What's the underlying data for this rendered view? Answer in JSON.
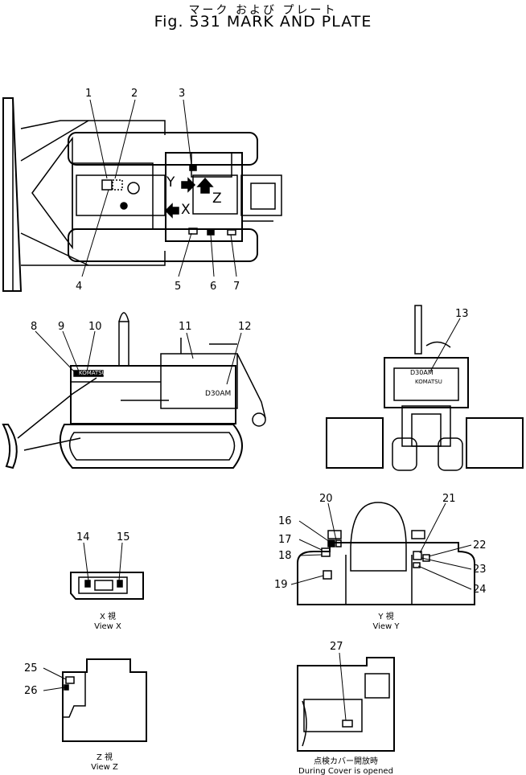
{
  "header": {
    "title_jp": "マーク および プレート",
    "title_en": "Fig. 531  MARK AND PLATE"
  },
  "top_view": {
    "markers": {
      "y": "Y",
      "x": "X",
      "z": "Z"
    },
    "callouts": [
      "1",
      "2",
      "3",
      "4",
      "5",
      "6",
      "7"
    ]
  },
  "side_view": {
    "callouts": [
      "8",
      "9",
      "10",
      "11",
      "12"
    ],
    "decal_brand": "KOMATSU",
    "decal_model": "D30AM"
  },
  "rear_view": {
    "callouts": [
      "13"
    ],
    "decal_model": "D30AM",
    "decal_brand": "KOMATSU"
  },
  "view_x": {
    "callouts": [
      "14",
      "15"
    ],
    "caption_jp": "X 視",
    "caption_en": "View X"
  },
  "view_y": {
    "callouts": [
      "16",
      "17",
      "18",
      "19",
      "20",
      "21",
      "22",
      "23",
      "24"
    ],
    "caption_jp": "Y 視",
    "caption_en": "View Y"
  },
  "view_z": {
    "callouts": [
      "25",
      "26"
    ],
    "caption_jp": "Z 視",
    "caption_en": "View Z"
  },
  "view_cover": {
    "callouts": [
      "27"
    ],
    "caption_jp": "点検カバー開放時",
    "caption_en": "During Cover is opened"
  }
}
